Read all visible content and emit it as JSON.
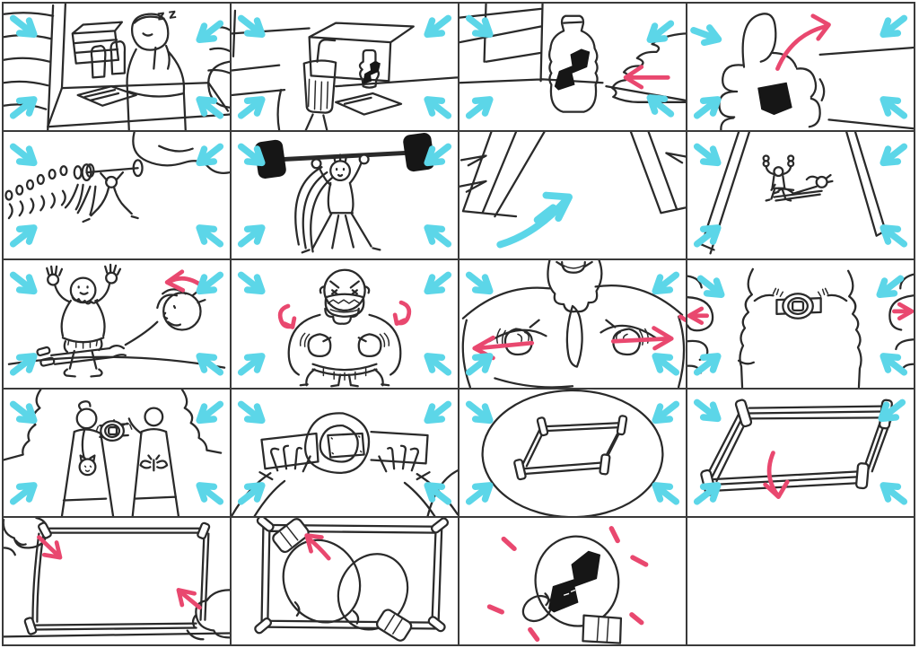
{
  "board": {
    "type": "storyboard",
    "rows": 5,
    "cols": 4,
    "panel_count": 20
  },
  "colors": {
    "background": "#ffffff",
    "ink": "#2a2a2a",
    "ink_fill": "#161616",
    "camera_arrow": "#5cd6e8",
    "action_arrow": "#e9486f",
    "grid_line": "#3a3a3a"
  },
  "text": {
    "sleep_zs": "zz"
  },
  "icons": {
    "camera_zoom": "four cyan arrows pointing inward from corners",
    "camera_pan": "large cyan curved arrow",
    "action": "pink arrow"
  },
  "panels": [
    {
      "id": 1,
      "scene": "man asleep at desk in log cabin, head propped on hand, boxes, bottles and papers, zz above head",
      "camera_move": "zoom-in"
    },
    {
      "id": 2,
      "scene": "desk close-up: drink cup with straw, shaker bottle with bolt logo, box and crumpled paper",
      "camera_move": "zoom-in"
    },
    {
      "id": 3,
      "scene": "bottle with bolt logo on table, open hand reaching toward it",
      "camera_move": "zoom-in",
      "action": "hand moves left to bottle"
    },
    {
      "id": 4,
      "scene": "extreme close-up of fist grabbing bottle, thumb up",
      "camera_move": "zoom-in",
      "action": "hand swings up-right"
    },
    {
      "id": 5,
      "scene": "tiny lifter hoists barbell with motion-trail echoes, giant rounded shape in top-right foreground",
      "camera_move": "zoom-in"
    },
    {
      "id": 6,
      "scene": "man presses black barbell overhead, arm swing echo arcs",
      "camera_move": "zoom-in"
    },
    {
      "id": 7,
      "scene": "empty gym aisle between benches in perspective",
      "camera_move": "pan up-right"
    },
    {
      "id": 8,
      "scene": "gym corridor: small flexing strongman and man doing sit-ups ahead",
      "camera_move": "zoom-in"
    },
    {
      "id": 9,
      "scene": "bearded strongman waves both hands while man does sit-ups in foreground",
      "camera_move": "zoom-in",
      "action": "sit-up torso rocks left"
    },
    {
      "id": 10,
      "scene": "angry strongman growls, fists thumbing his own chest",
      "camera_move": "zoom-in",
      "action": "both arms curl inward"
    },
    {
      "id": 11,
      "scene": "chest close-up: thumbs point at chest, wristbands, long beard",
      "camera_move": "zoom-in",
      "action": "arms thrust outward left and right"
    },
    {
      "id": 12,
      "scene": "two rivals stretch championship belt between them, heads in foreground",
      "camera_move": "zoom-in",
      "action": "pull left and right"
    },
    {
      "id": 13,
      "scene": "two robed figures from behind (ponytail cat logo, bald moth logo) hold up the belt",
      "camera_move": "zoom-in"
    },
    {
      "id": 14,
      "scene": "close-up of championship belt buckle held high by two hands",
      "camera_move": "zoom-in"
    },
    {
      "id": 15,
      "scene": "boxing ring seen inside circular vignette",
      "camera_move": "zoom-in"
    },
    {
      "id": 16,
      "scene": "boxing ring full view",
      "camera_move": "zoom-in",
      "action": "camera drops down into ring"
    },
    {
      "id": 17,
      "scene": "two gloves enter the ring from opposite corners",
      "action": "glove in from top-left, glove in from bottom-right"
    },
    {
      "id": 18,
      "scene": "two boxing gloves meet inside ring, top view",
      "action": "upper glove pulls up-left"
    },
    {
      "id": 19,
      "scene": "hero boxing glove with bolt logo, pink emphasis sparks"
    },
    {
      "id": 20,
      "scene": "empty panel"
    }
  ]
}
